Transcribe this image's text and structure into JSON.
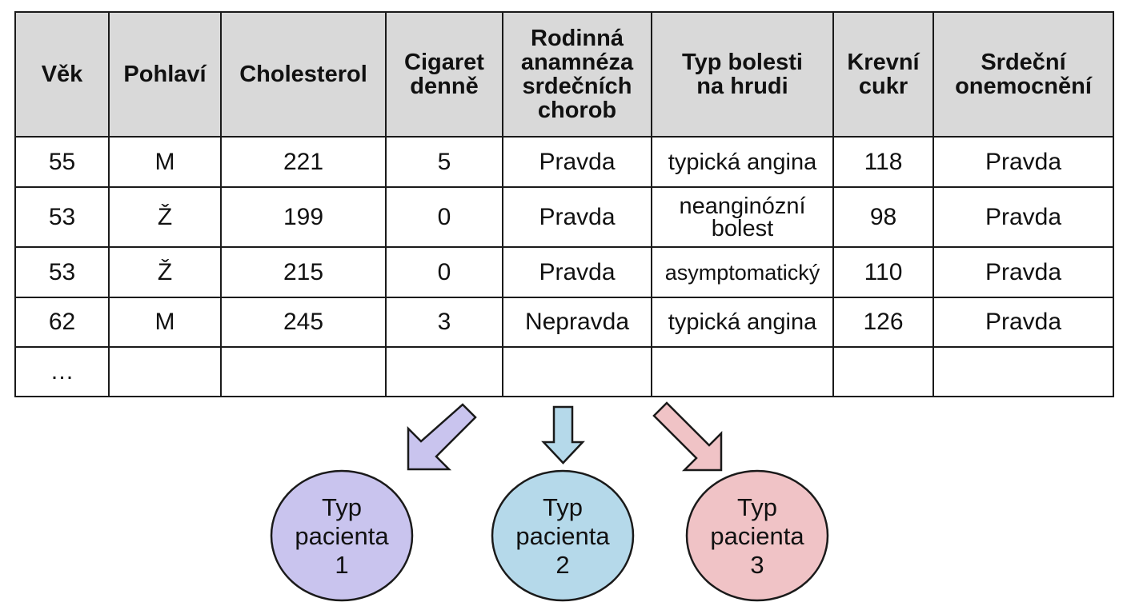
{
  "table": {
    "headers": [
      [
        "Věk"
      ],
      [
        "Pohlaví"
      ],
      [
        "Cholesterol"
      ],
      [
        "Cigaret",
        "denně"
      ],
      [
        "Rodinná",
        "anamnéza",
        "srdečních",
        "chorob"
      ],
      [
        "Typ bolesti",
        "na hrudi"
      ],
      [
        "Krevní",
        "cukr"
      ],
      [
        "Srdeční",
        "onemocnění"
      ]
    ],
    "rows": [
      [
        "55",
        "M",
        "221",
        "5",
        "Pravda",
        "typická angina",
        "118",
        "Pravda"
      ],
      [
        "53",
        "Ž",
        "199",
        "0",
        "Pravda",
        "neanginózní bolest",
        "98",
        "Pravda"
      ],
      [
        "53",
        "Ž",
        "215",
        "0",
        "Pravda",
        "asymptomatický",
        "110",
        "Pravda"
      ],
      [
        "62",
        "M",
        "245",
        "3",
        "Nepravda",
        "typická angina",
        "126",
        "Pravda"
      ]
    ],
    "ellipsis": "…"
  },
  "clusters": [
    {
      "lines": [
        "Typ",
        "pacienta",
        "1"
      ],
      "fill": "#c9c4ee",
      "arrow_fill": "#c9c4ee"
    },
    {
      "lines": [
        "Typ",
        "pacienta",
        "2"
      ],
      "fill": "#b5d9ea",
      "arrow_fill": "#b5d9ea"
    },
    {
      "lines": [
        "Typ",
        "pacienta",
        "3"
      ],
      "fill": "#f0c3c6",
      "arrow_fill": "#f0c3c6"
    }
  ],
  "colors": {
    "header_bg": "#d9d9d9",
    "border": "#1a1a1a"
  }
}
